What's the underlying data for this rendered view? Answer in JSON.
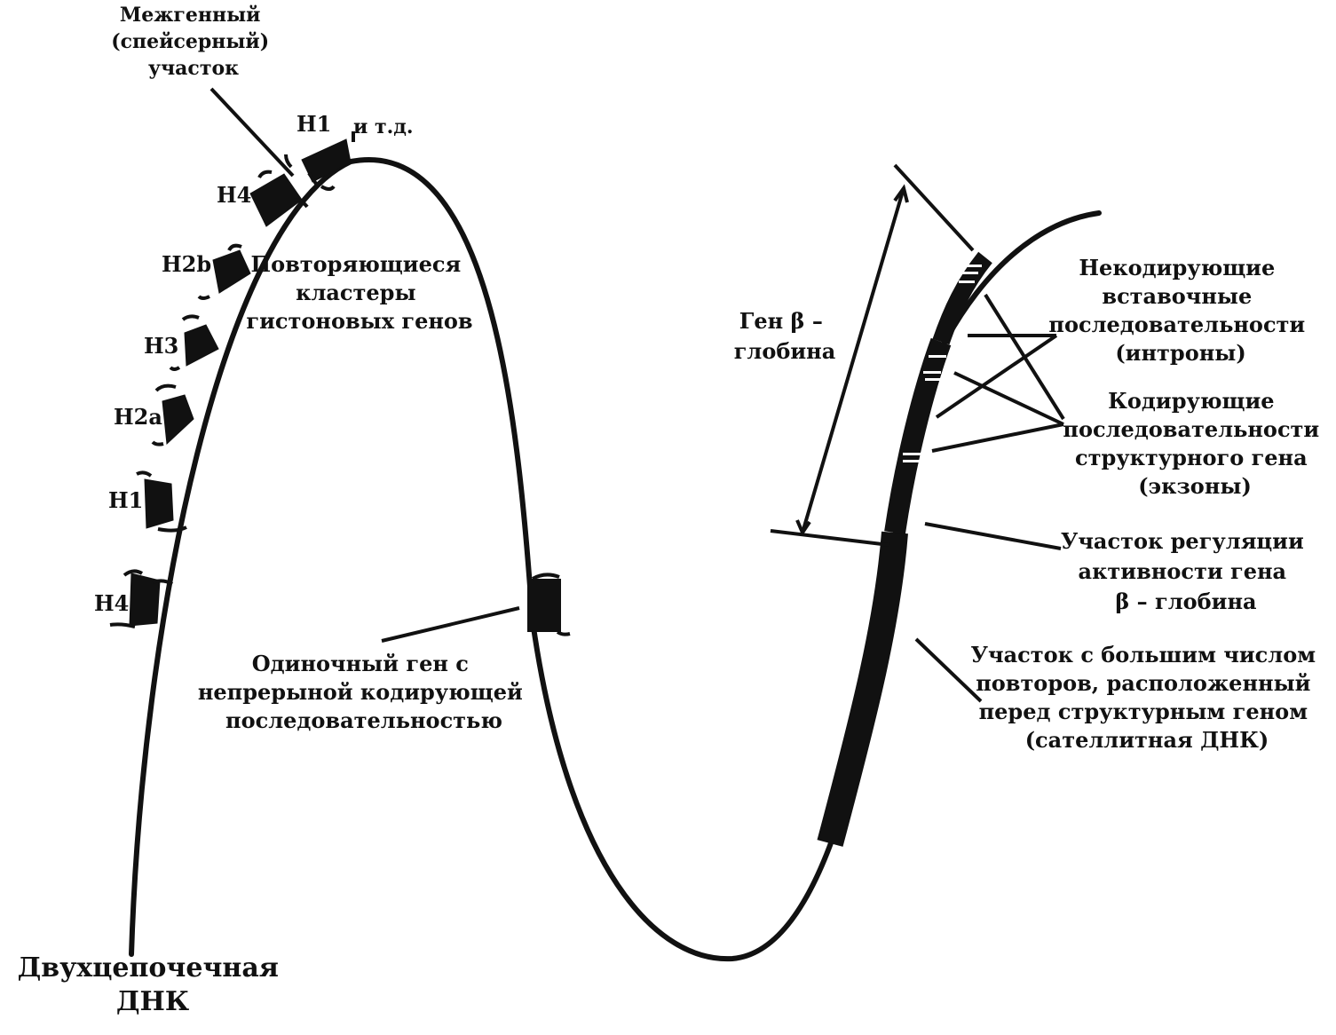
{
  "colors": {
    "ink": "#111111",
    "background": "#ffffff"
  },
  "labels": {
    "spacer": [
      "Межгенный",
      "(спейсерный)",
      "участок"
    ],
    "etc": "и т.д.",
    "histone_cluster": [
      "Повторяющиеся",
      "кластеры",
      "гистоновых генов"
    ],
    "single_gene": [
      "Одиночный ген с",
      "непрерыной кодирующей",
      "последовательностью"
    ],
    "beta_globin_gene": [
      "Ген β –",
      "глобина"
    ],
    "introns": [
      "Некодирующие",
      "вставочные",
      "последовательности",
      "(интроны)"
    ],
    "exons": [
      "Кодирующие",
      "последовательности",
      "структурного гена",
      "(экзоны)"
    ],
    "regulation": [
      "Участок регуляции",
      "активности гена",
      "β – глобина"
    ],
    "satellite": [
      "Участок с большим числом",
      "повторов, расположенный",
      "перед структурным геном",
      "(сателлитная ДНК)"
    ],
    "dsdna": [
      "Двухцепочечная",
      "ДНК"
    ]
  },
  "histone_genes": [
    "H1",
    "H4",
    "H2b",
    "H3",
    "H2a",
    "H1",
    "H4"
  ]
}
